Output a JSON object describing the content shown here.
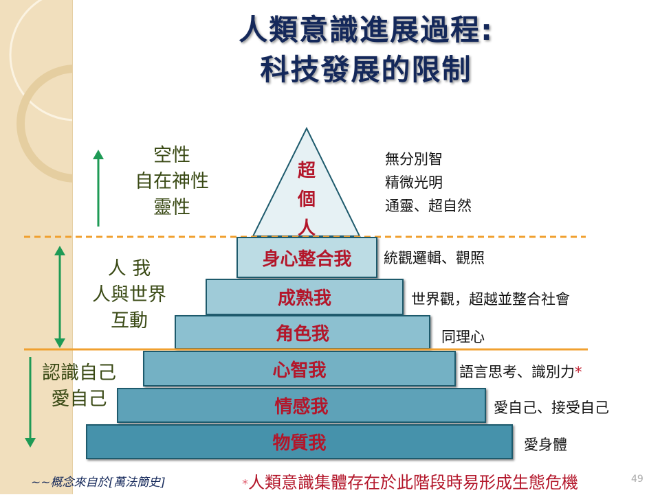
{
  "title": {
    "line1": "人類意識進展過程:",
    "line2": "科技發展的限制"
  },
  "apex": {
    "label": [
      "超",
      "個",
      "人"
    ],
    "desc": [
      "無分別智",
      "精微光明",
      "通靈、超自然"
    ]
  },
  "layers": [
    {
      "label": "身心整合我",
      "desc": "統觀邏輯、觀照",
      "color": "#bcdce4"
    },
    {
      "label": "成熟我",
      "desc": "世界觀，超越並整合社會",
      "color": "#9fcbd8"
    },
    {
      "label": "角色我",
      "desc": "同理心",
      "color": "#8cc0d0"
    },
    {
      "label": "心智我",
      "desc": "語言思考、識別力",
      "star": "*",
      "color": "#74b1c4"
    },
    {
      "label": "情感我",
      "desc": "愛自己、接受自己",
      "color": "#5ea2b8"
    },
    {
      "label": "物質我",
      "desc": "愛身體",
      "color": "#4692ab"
    }
  ],
  "left_labels": {
    "top": [
      "空性",
      "自在神性",
      "靈性"
    ],
    "middle": [
      "人 我",
      "人與世界",
      "互動"
    ],
    "bottom": [
      "認識自己",
      "愛自己"
    ]
  },
  "footer": {
    "source": "~~概念來自於[萬法簡史]",
    "note_star": "*",
    "note": "人類意識集體存在於此階段時易形成生態危機",
    "page": "49"
  }
}
